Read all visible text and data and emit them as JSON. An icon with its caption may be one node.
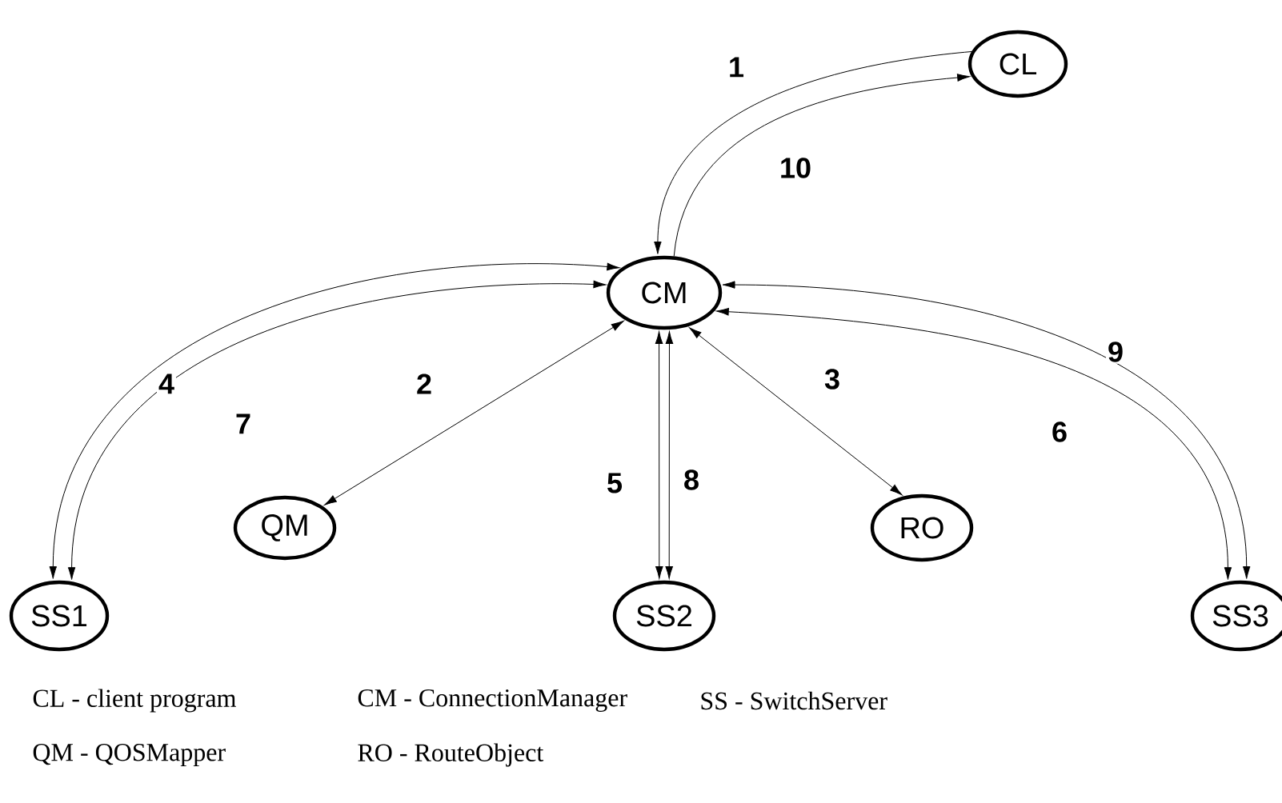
{
  "diagram": {
    "nodes": [
      {
        "text": [
          "CL"
        ]
      },
      {
        "text": [
          "CM"
        ]
      },
      {
        "text": [
          "QM"
        ]
      },
      {
        "text": [
          "RO"
        ]
      },
      {
        "text": [
          "SS1"
        ]
      },
      {
        "text": [
          "SS2"
        ]
      },
      {
        "text": [
          "SS3"
        ]
      }
    ],
    "edges": [
      {
        "from": 0,
        "to": 1,
        "arrow": "to",
        "label": "1"
      },
      {
        "from": 1,
        "to": 2,
        "arrow": "both",
        "label": "2"
      },
      {
        "from": 1,
        "to": 3,
        "arrow": "both",
        "label": "3"
      },
      {
        "from": 1,
        "to": 4,
        "arrow": "both",
        "label": "4"
      },
      {
        "from": 1,
        "to": 5,
        "arrow": "both",
        "label": "5"
      },
      {
        "from": 1,
        "to": 6,
        "arrow": "both",
        "label": "6"
      },
      {
        "from": 1,
        "to": 4,
        "arrow": "both",
        "label": "7"
      },
      {
        "from": 1,
        "to": 5,
        "arrow": "both",
        "label": "8"
      },
      {
        "from": 1,
        "to": 6,
        "arrow": "both",
        "label": "9"
      },
      {
        "from": 1,
        "to": 0,
        "arrow": "to",
        "label": "10"
      }
    ],
    "labels": [
      "CL - client program",
      "CM - ConnectionManager",
      "SS - SwitchServer",
      "QM - QOSMapper",
      "RO - RouteObject"
    ]
  }
}
